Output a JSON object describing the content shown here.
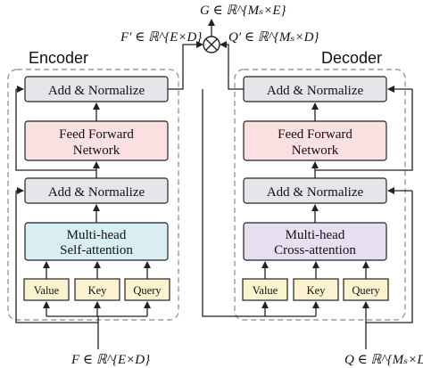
{
  "encoder": {
    "title": "Encoder",
    "add_norm_top": "Add & Normalize",
    "ffn_line1": "Feed Forward",
    "ffn_line2": "Network",
    "add_norm_bottom": "Add & Normalize",
    "attn_line1": "Multi-head",
    "attn_line2": "Self-attention",
    "inputs": [
      "Value",
      "Key",
      "Query"
    ]
  },
  "decoder": {
    "title": "Decoder",
    "add_norm_top": "Add & Normalize",
    "ffn_line1": "Feed Forward",
    "ffn_line2": "Network",
    "add_norm_bottom": "Add & Normalize",
    "attn_line1": "Multi-head",
    "attn_line2": "Cross-attention",
    "inputs": [
      "Value",
      "Key",
      "Query"
    ]
  },
  "math": {
    "output_label": "G ∈ ℝ^{Mₛ×E}",
    "encoder_out": "F′ ∈ ℝ^{E×D}",
    "decoder_out": "Q′ ∈ ℝ^{Mₛ×D}",
    "encoder_in": "F ∈ ℝ^{E×D}",
    "decoder_in": "Q ∈ ℝ^{Mₛ×D}",
    "product_symbol": "⊗"
  },
  "colors": {
    "add_norm_fill": "#e6e6ea",
    "ffn_fill": "#fbe0e2",
    "self_attn_fill": "#d9eef2",
    "cross_attn_fill": "#e6e0f1",
    "input_fill": "#fbf2cf",
    "stroke": "#222222",
    "dashed_frame": "#9a9a9a"
  }
}
